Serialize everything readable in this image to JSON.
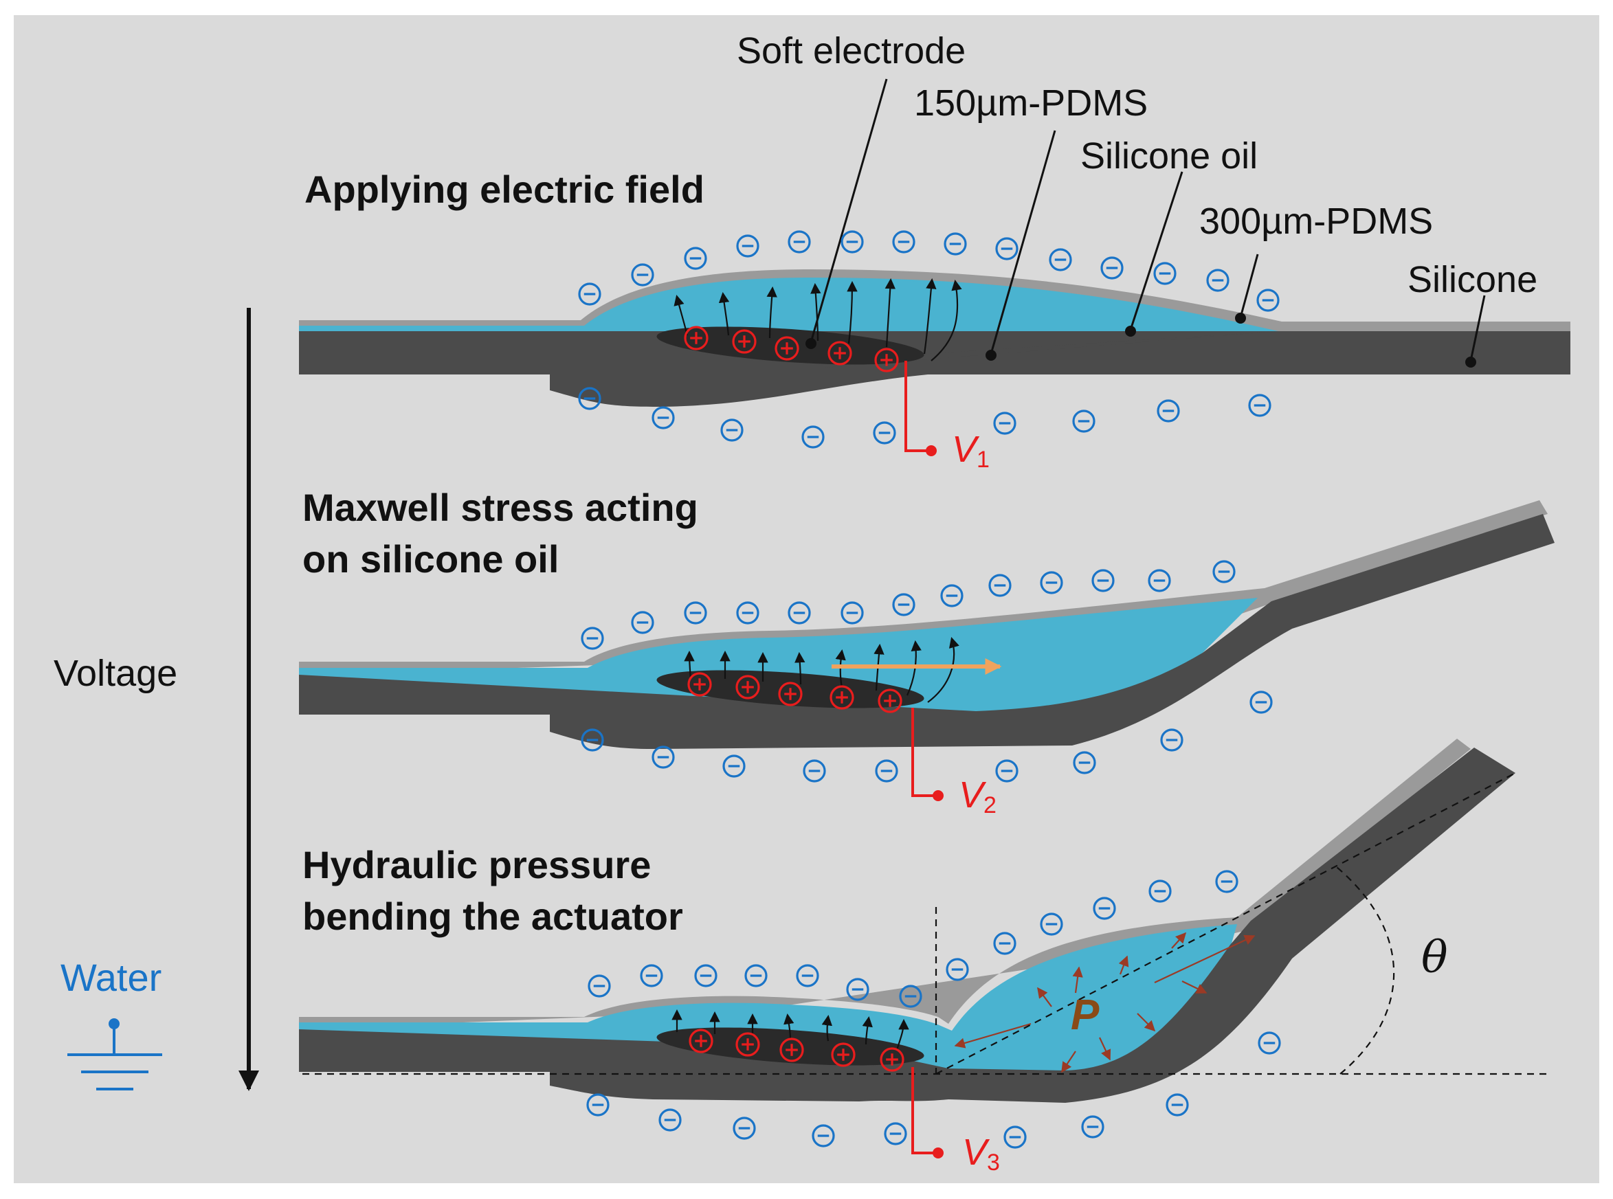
{
  "labels": {
    "soft_electrode": "Soft electrode",
    "pdms_150": "150µm-PDMS",
    "silicone_oil": "Silicone oil",
    "pdms_300": "300µm-PDMS",
    "silicone": "Silicone",
    "voltage": "Voltage",
    "water": "Water",
    "pressure": "P",
    "theta": "θ"
  },
  "stages": [
    {
      "title_line1": "Applying electric field",
      "title_line2": "",
      "v_symbol": "V",
      "v_sub": "1"
    },
    {
      "title_line1": "Maxwell stress acting",
      "title_line2": "on silicone oil",
      "v_symbol": "V",
      "v_sub": "2"
    },
    {
      "title_line1": "Hydraulic pressure",
      "title_line2": "bending the actuator",
      "v_symbol": "V",
      "v_sub": "3"
    }
  ],
  "charge_symbols": {
    "positive": "⊕",
    "negative": "⊖"
  },
  "colors": {
    "background": "#dadada",
    "silicone": "#4b4b4b",
    "pdms_300": "#9a9a9a",
    "oil": "#4ab3d0",
    "electrode": "#2a2a2a",
    "negative_charge": "#1a74c7",
    "positive_charge": "#e81d1d",
    "wire": "#e81d1d",
    "maxwell_arrow": "#f0a35e",
    "pressure_arrow": "#9b3a25",
    "pressure_label": "#8a4a17",
    "ground": "#1a74c7",
    "text": "#111111"
  }
}
